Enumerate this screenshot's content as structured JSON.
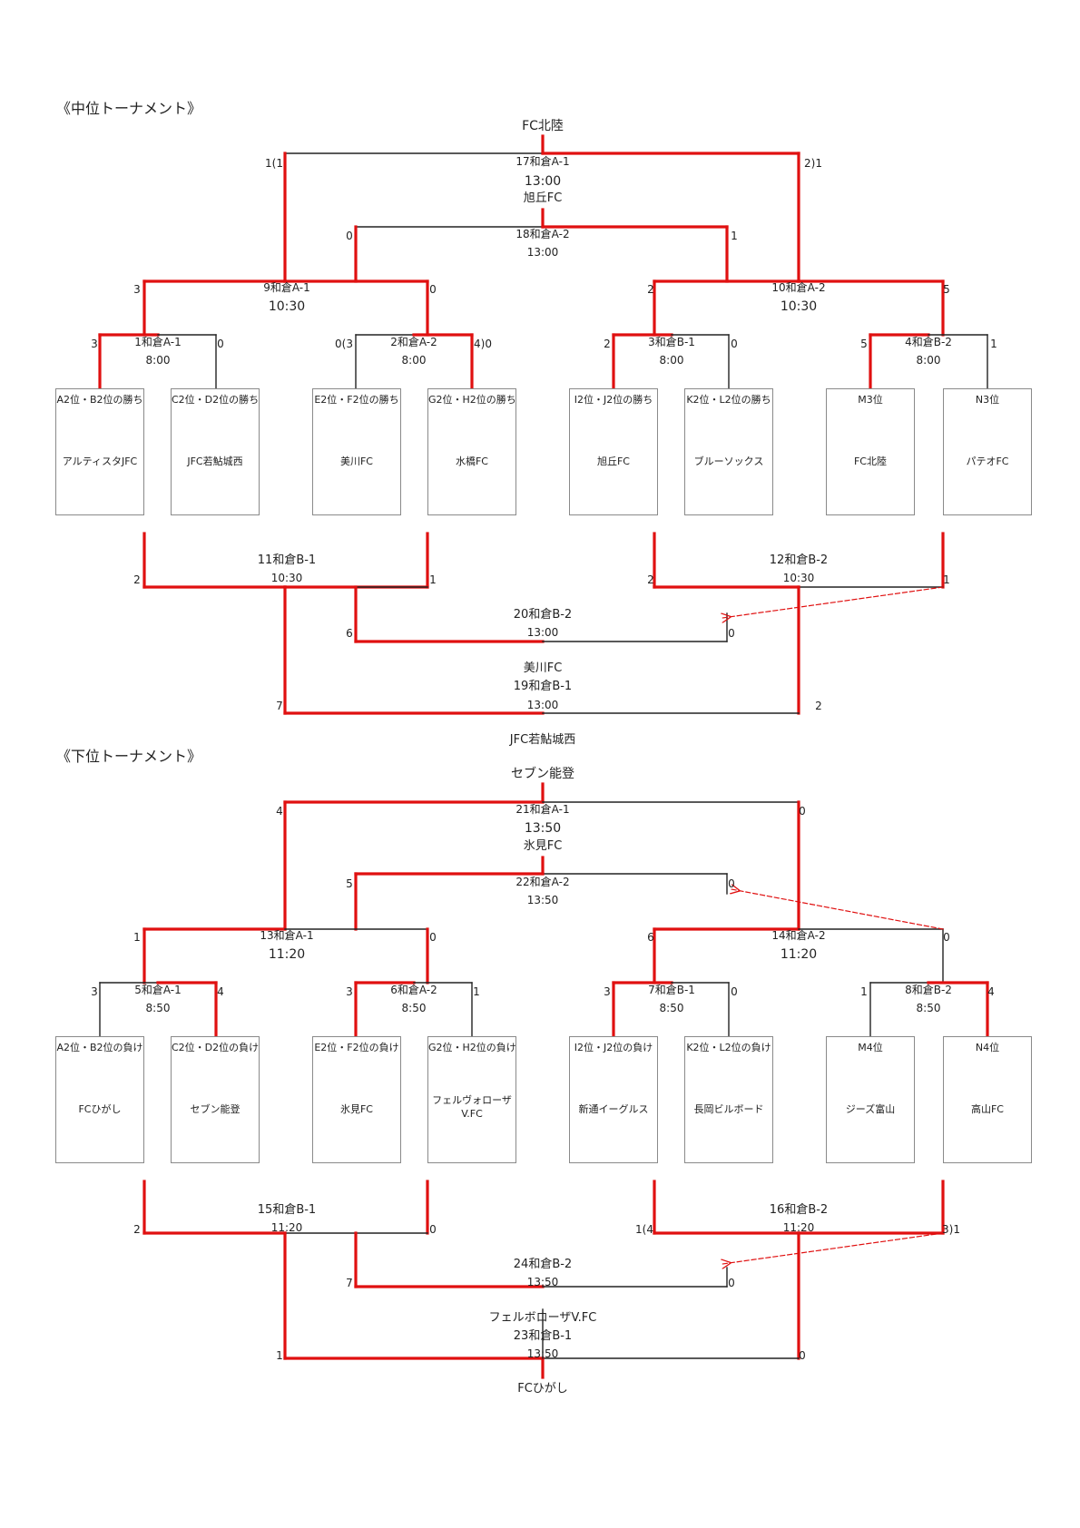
{
  "mid": {
    "title": "《中位トーナメント》",
    "seeds": [
      "A2位・B2位の勝ち",
      "C2位・D2位の勝ち",
      "E2位・F2位の勝ち",
      "G2位・H2位の勝ち",
      "I2位・J2位の勝ち",
      "K2位・L2位の勝ち",
      "M3位",
      "N3位"
    ],
    "teams": [
      "アルティスタJFC",
      "JFC若鮎城西",
      "美川FC",
      "水橋FC",
      "旭丘FC",
      "ブルーソックス",
      "FC北陸",
      "パテオFC"
    ],
    "matches": {
      "m1": {
        "name": "1和倉A-1",
        "time": "8:00",
        "s1": "3",
        "s2": "0"
      },
      "m2": {
        "name": "2和倉A-2",
        "time": "8:00",
        "s1": "0(3",
        "s2": "4)0"
      },
      "m3": {
        "name": "3和倉B-1",
        "time": "8:00",
        "s1": "2",
        "s2": "0"
      },
      "m4": {
        "name": "4和倉B-2",
        "time": "8:00",
        "s1": "5",
        "s2": "1"
      },
      "m9": {
        "name": "9和倉A-1",
        "time": "10:30",
        "s1": "3",
        "s2": "0"
      },
      "m10": {
        "name": "10和倉A-2",
        "time": "10:30",
        "s1": "2",
        "s2": "5"
      },
      "m17": {
        "name": "17和倉A-1",
        "time": "13:00",
        "s1": "1(1",
        "s2": "2)1",
        "winner": "FC北陸"
      },
      "m18": {
        "name": "18和倉A-2",
        "time": "13:00",
        "s1": "0",
        "s2": "1",
        "winner": "旭丘FC"
      },
      "m11": {
        "name": "11和倉B-1",
        "time": "10:30",
        "s1": "2",
        "s2": "1"
      },
      "m12": {
        "name": "12和倉B-2",
        "time": "10:30",
        "s1": "2",
        "s2": "1"
      },
      "m20": {
        "name": "20和倉B-2",
        "time": "13:00",
        "s1": "6",
        "s2": "0",
        "winner": "美川FC"
      },
      "m19": {
        "name": "19和倉B-1",
        "time": "13:00",
        "s1": "7",
        "s2": "2",
        "winner": "JFC若鮎城西"
      }
    }
  },
  "low": {
    "title": "《下位トーナメント》",
    "seeds": [
      "A2位・B2位の負け",
      "C2位・D2位の負け",
      "E2位・F2位の負け",
      "G2位・H2位の負け",
      "I2位・J2位の負け",
      "K2位・L2位の負け",
      "M4位",
      "N4位"
    ],
    "teams": [
      "FCひがし",
      "セブン能登",
      "氷見FC",
      "フェルヴォローザ V.FC",
      "新通イーグルス",
      "長岡ビルボード",
      "ジーズ富山",
      "高山FC"
    ],
    "team4_lines": [
      "フェルヴォローザ",
      "V.FC"
    ],
    "matches": {
      "m5": {
        "name": "5和倉A-1",
        "time": "8:50",
        "s1": "3",
        "s2": "4"
      },
      "m6": {
        "name": "6和倉A-2",
        "time": "8:50",
        "s1": "3",
        "s2": "1"
      },
      "m7": {
        "name": "7和倉B-1",
        "time": "8:50",
        "s1": "3",
        "s2": "0"
      },
      "m8": {
        "name": "8和倉B-2",
        "time": "8:50",
        "s1": "1",
        "s2": "4"
      },
      "m13": {
        "name": "13和倉A-1",
        "time": "11:20",
        "s1": "1",
        "s2": "0"
      },
      "m14": {
        "name": "14和倉A-2",
        "time": "11:20",
        "s1": "6",
        "s2": "0"
      },
      "m21": {
        "name": "21和倉A-1",
        "time": "13:50",
        "s1": "4",
        "s2": "0",
        "winner": "セブン能登"
      },
      "m22": {
        "name": "22和倉A-2",
        "time": "13:50",
        "s1": "5",
        "s2": "0",
        "winner": "氷見FC"
      },
      "m15": {
        "name": "15和倉B-1",
        "time": "11:20",
        "s1": "2",
        "s2": "0"
      },
      "m16": {
        "name": "16和倉B-2",
        "time": "11:20",
        "s1": "1(4",
        "s2": "3)1"
      },
      "m24": {
        "name": "24和倉B-2",
        "time": "13:50",
        "s1": "7",
        "s2": "0",
        "winner": "フェルボローザV.FC"
      },
      "m23": {
        "name": "23和倉B-1",
        "time": "13:50",
        "s1": "1",
        "s2": "0",
        "winner": "FCひがし"
      }
    }
  },
  "colors": {
    "win_line": "#e01010",
    "lose_line": "#222222",
    "box_border": "#8a8a8a"
  }
}
